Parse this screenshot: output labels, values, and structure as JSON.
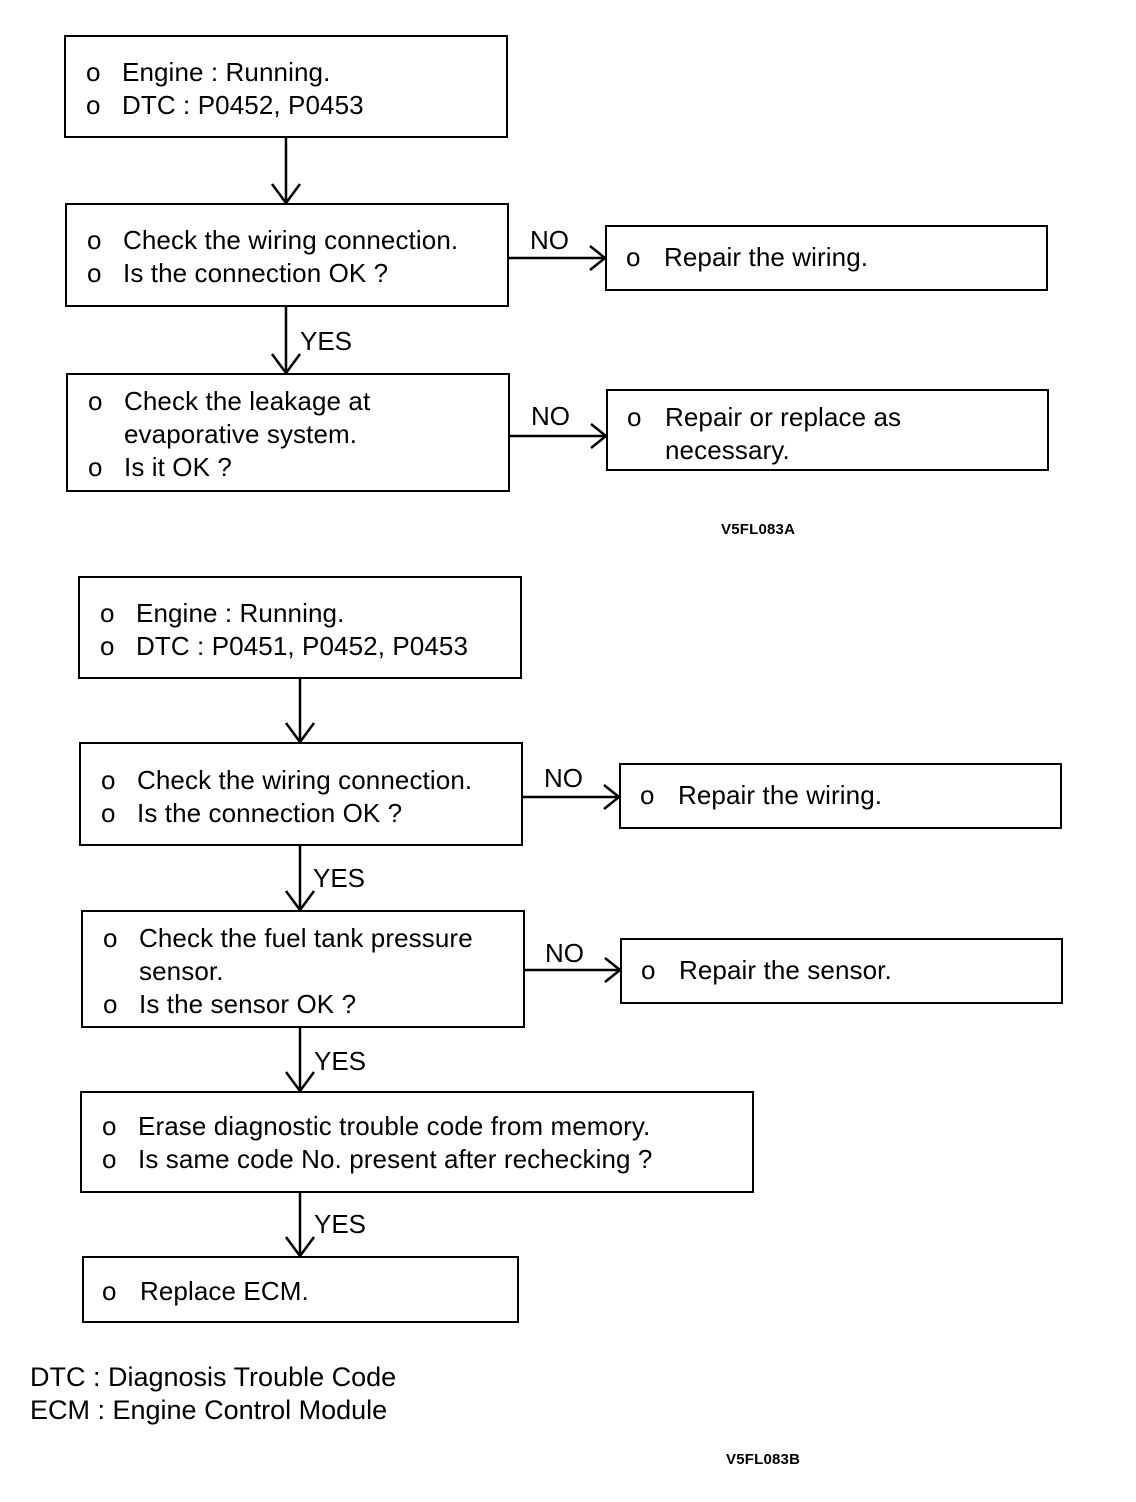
{
  "bullet": "o",
  "flow_a": {
    "start": [
      "Engine : Running.",
      "DTC : P0452, P0453"
    ],
    "check_wiring": [
      "Check the wiring connection.",
      "Is the connection OK ?"
    ],
    "repair_wiring": "Repair the wiring.",
    "check_leakage": [
      "Check the leakage at",
      "evaporative system.",
      "Is it OK ?"
    ],
    "repair_replace": [
      "Repair or replace as",
      "necessary."
    ],
    "labels": {
      "yes": "YES",
      "no": "NO"
    },
    "code": "V5FL083A"
  },
  "flow_b": {
    "start": [
      "Engine : Running.",
      "DTC : P0451, P0452, P0453"
    ],
    "check_wiring": [
      "Check the wiring connection.",
      "Is the connection OK ?"
    ],
    "repair_wiring": "Repair the wiring.",
    "check_sensor": [
      "Check the fuel tank pressure",
      "sensor.",
      "Is the sensor OK ?"
    ],
    "repair_sensor": "Repair the sensor.",
    "erase": [
      "Erase diagnostic trouble code from memory.",
      "Is same code No. present after rechecking ?"
    ],
    "replace": "Replace ECM.",
    "labels": {
      "yes": "YES",
      "no": "NO"
    },
    "code": "V5FL083B"
  },
  "legend": [
    "DTC : Diagnosis Trouble Code",
    "ECM : Engine Control Module"
  ]
}
